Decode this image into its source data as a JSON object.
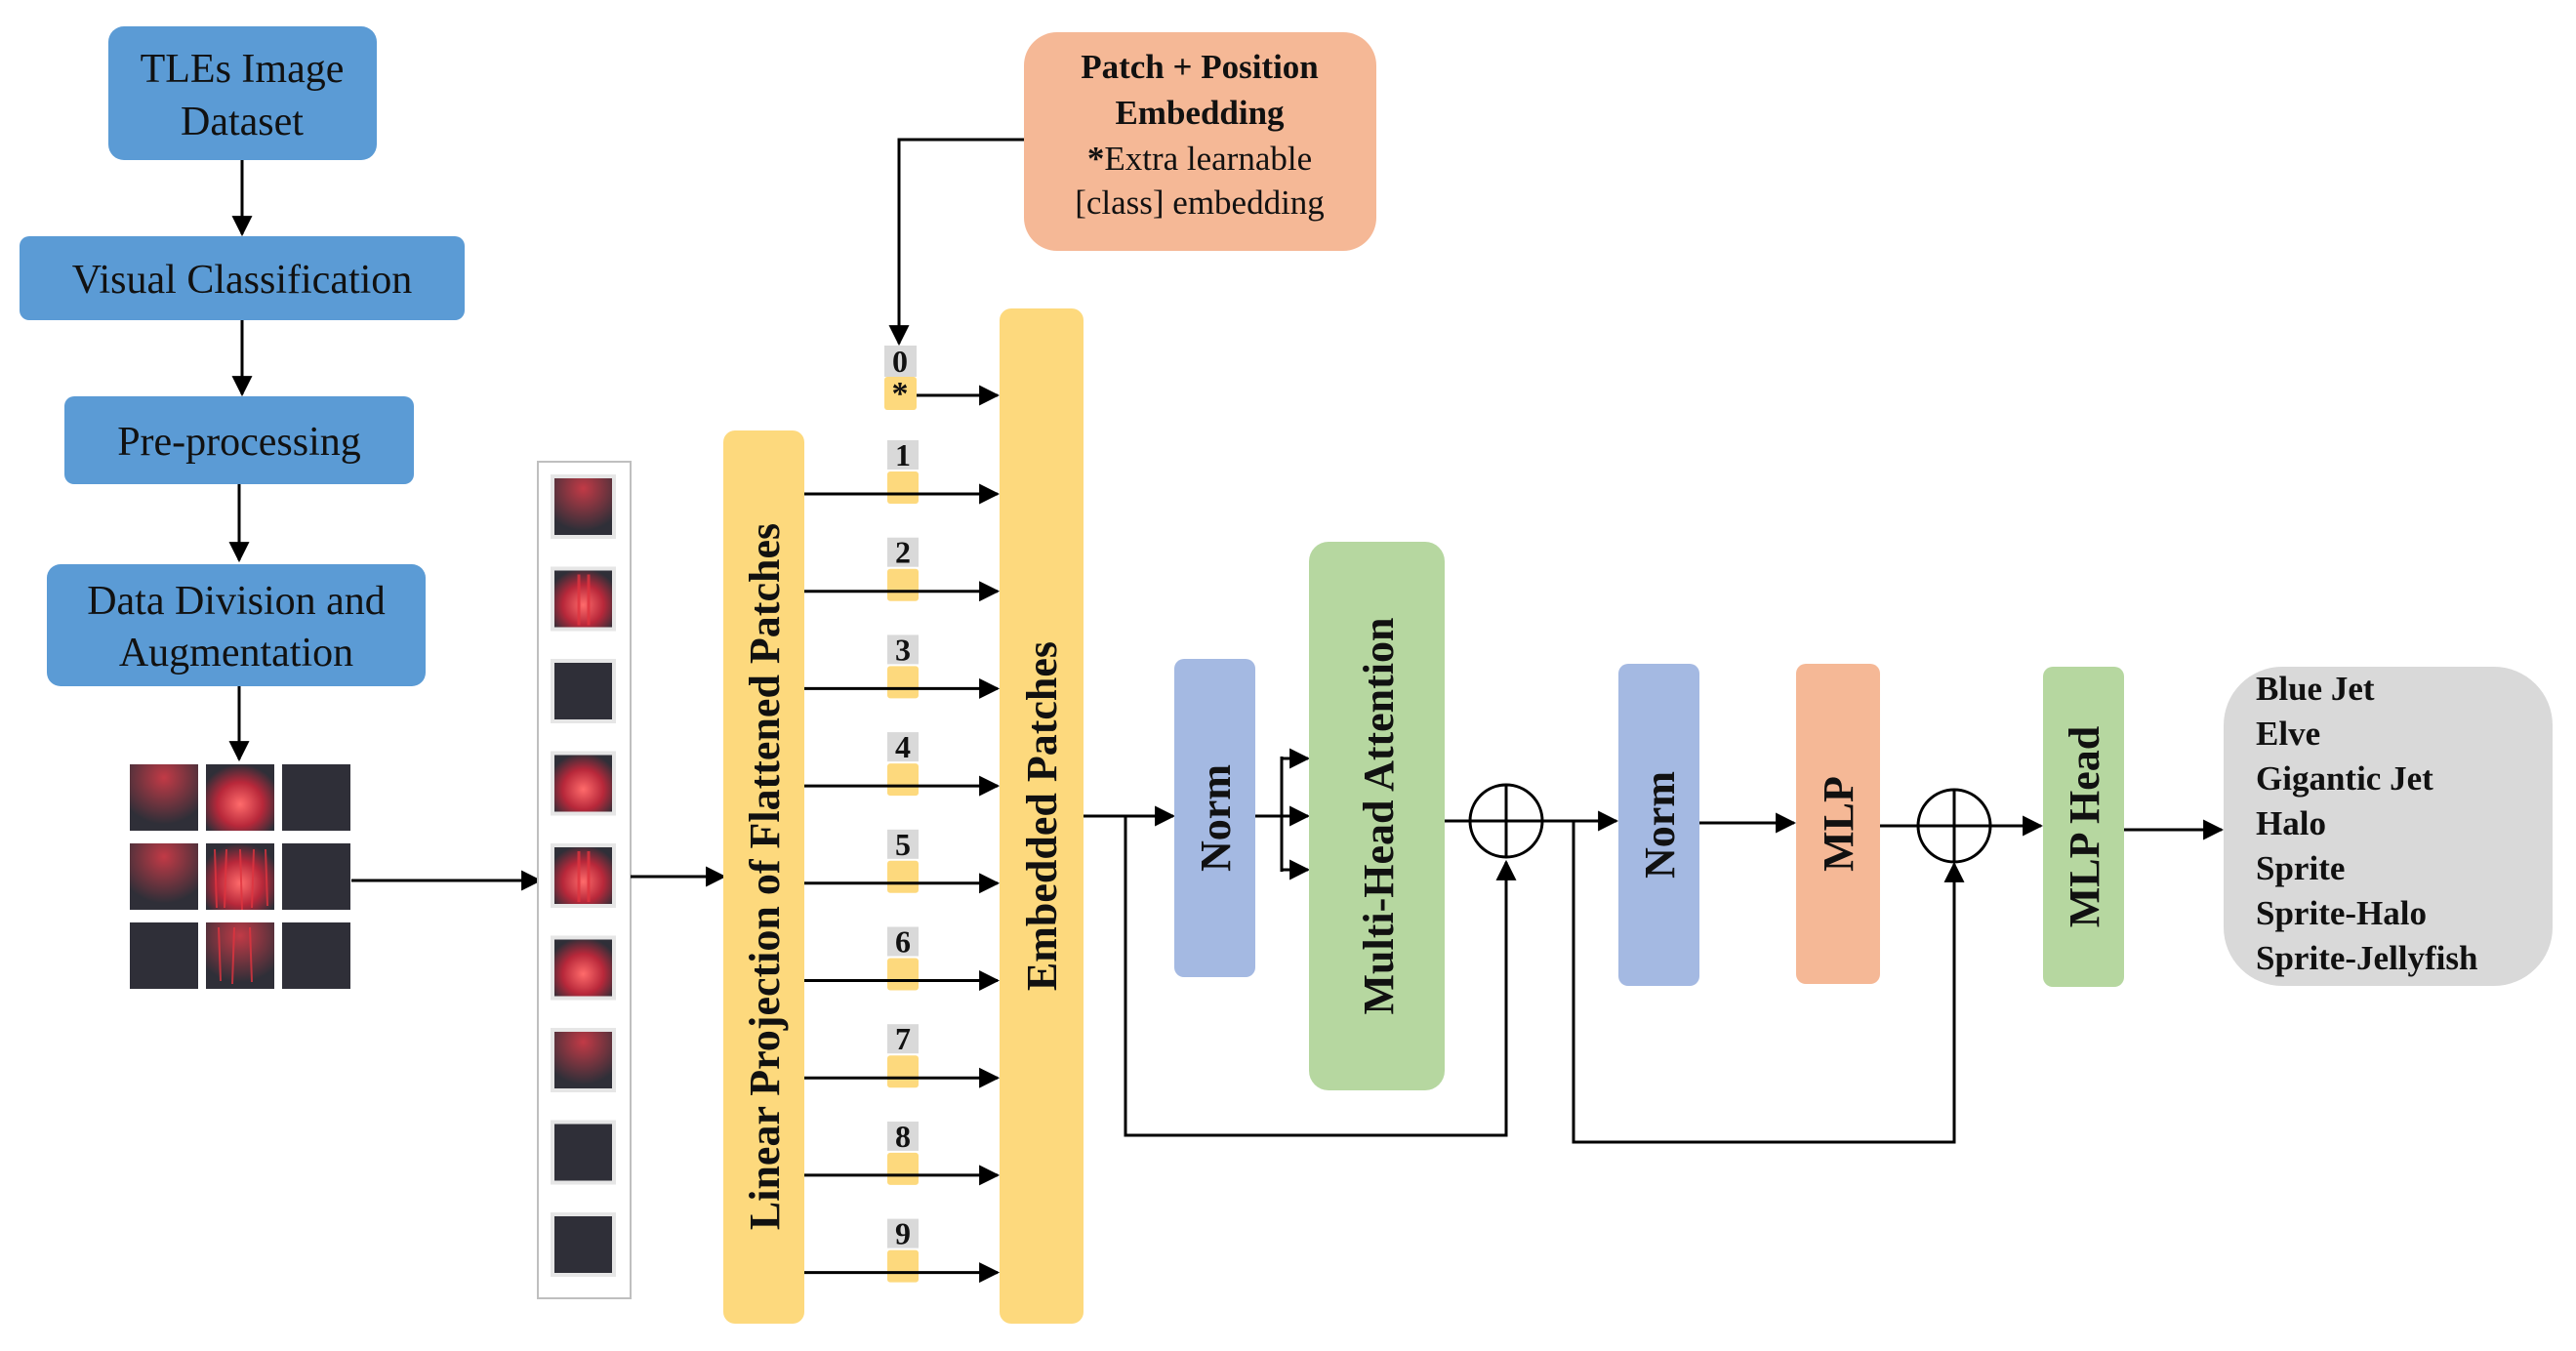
{
  "pipeline": {
    "step1": {
      "line1": "TLEs Image",
      "line2": "Dataset"
    },
    "step2": "Visual Classification",
    "step3": "Pre-processing",
    "step4": {
      "line1": "Data Division and",
      "line2": "Augmentation"
    }
  },
  "position_embedding": {
    "title_line1": "Patch + Position",
    "title_line2": "Embedding",
    "star": "*",
    "note_line1": "Extra learnable",
    "note_line2": "[class] embedding"
  },
  "linear_projection_label": "Linear Projection of Flattened Patches",
  "embedded_patches_label": "Embedded Patches",
  "class_token": {
    "index": "0",
    "mark": "*"
  },
  "patch_indices": [
    "1",
    "2",
    "3",
    "4",
    "5",
    "6",
    "7",
    "8",
    "9"
  ],
  "encoder": {
    "norm1": "Norm",
    "attention": "Multi-Head Attention",
    "norm2": "Norm",
    "mlp": "MLP"
  },
  "mlp_head_label": "MLP Head",
  "output_classes": [
    "Blue Jet",
    "Elve",
    "Gigantic Jet",
    "Halo",
    "Sprite",
    "Sprite-Halo",
    "Sprite-Jellyfish"
  ],
  "colors": {
    "pipeline_box": "#5b9bd5",
    "embedding_box": "#f5b896",
    "projection_bar": "#fdd97d",
    "norm_box": "#a4b9e2",
    "attention_box": "#b6d7a0",
    "mlp_box": "#f5b896",
    "head_box": "#b6d7a0",
    "output_box": "#d9d9d9",
    "tag_fill": "#d9d9d9",
    "lightning": "#e0343f",
    "tile_bg": "#2f2f38"
  }
}
